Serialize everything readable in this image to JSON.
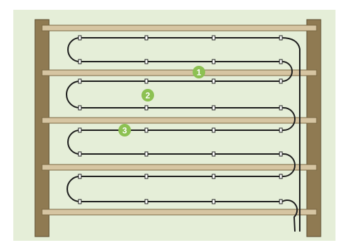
{
  "colors": {
    "background": "#e5eed8",
    "post_fill": "#8f7a52",
    "post_stroke": "#5c4e30",
    "rail_fill": "#d6c5a2",
    "rail_stroke": "#7a6843",
    "wire": "#1c1c1c",
    "badge_fill": "#8cc152",
    "badge_text": "#ffffff"
  },
  "markers": [
    {
      "label": "1"
    },
    {
      "label": "2"
    },
    {
      "label": "3"
    }
  ]
}
